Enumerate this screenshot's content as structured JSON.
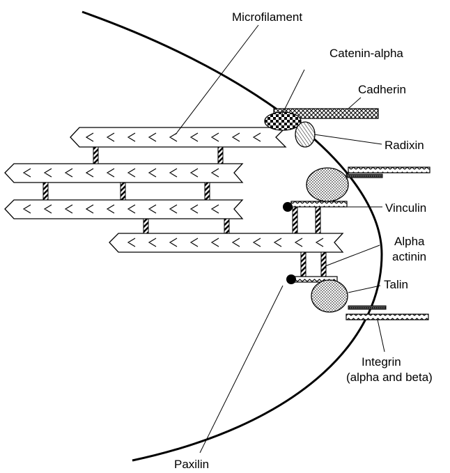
{
  "labels": {
    "microfilament": "Microfilament",
    "catenin_alpha": "Catenin-alpha",
    "cadherin": "Cadherin",
    "radixin": "Radixin",
    "vinculin": "Vinculin",
    "alpha_actinin_line1": "Alpha",
    "alpha_actinin_line2": "actinin",
    "talin": "Talin",
    "integrin_line1": "Integrin",
    "integrin_line2": "(alpha and beta)",
    "paxilin": "Paxilin"
  },
  "colors": {
    "line": "#000000",
    "background": "#ffffff"
  }
}
